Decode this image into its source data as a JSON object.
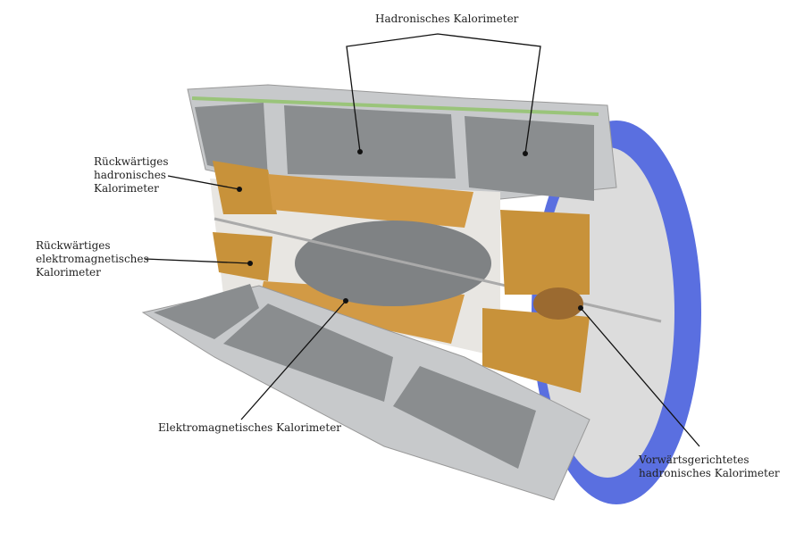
{
  "labels": {
    "hadronic": "Hadronisches Kalorimeter",
    "backward_hadronic": [
      "Rückwärtiges",
      "hadronisches",
      "Kalorimeter"
    ],
    "backward_em": [
      "Rückwärtiges",
      "elektromagnetisches",
      "Kalorimeter"
    ],
    "em": "Elektromagnetisches Kalorimeter",
    "forward_hadronic": [
      "Vorwärtsgerichtetes",
      "hadronisches Kalorimeter"
    ]
  },
  "colors": {
    "steel": "#b9bcbf",
    "module": "#8a8d8f",
    "copper": "#c8923a",
    "blue": "#5a6fe0",
    "green": "#9ac47a"
  }
}
